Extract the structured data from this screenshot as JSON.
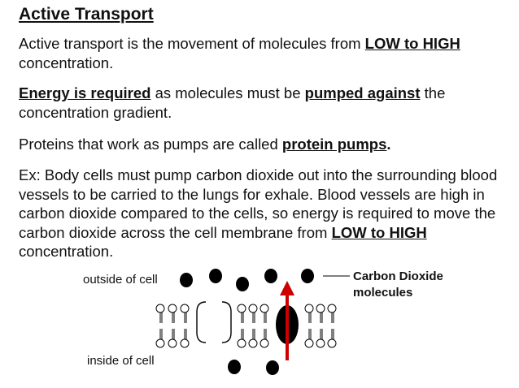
{
  "title": "Active Transport",
  "p1": {
    "before": "Active transport is the movement of molecules from ",
    "emph": "LOW to HIGH",
    "after": " concentration."
  },
  "p2": {
    "emph1": "Energy is required",
    "mid": " as molecules must be ",
    "emph2": "pumped against",
    "after": " the concentration gradient."
  },
  "p3": {
    "before": "Proteins that work as pumps are called ",
    "emph": "protein pumps",
    "after": "."
  },
  "p4": {
    "before": "Ex: Body cells must pump carbon dioxide out into the surrounding blood vessels to be carried to the lungs for exhale. Blood vessels are high in carbon dioxide compared to the cells, so energy is required to move the carbon dioxide across the cell membrane from ",
    "emph1": "LOW to HIGH",
    "after": " concentration."
  },
  "diagram": {
    "outside_label": "outside of cell",
    "inside_label": "inside of cell",
    "co2_label_line1": "Carbon Dioxide",
    "co2_label_line2": "molecules",
    "arrow_color": "#cc0000"
  }
}
